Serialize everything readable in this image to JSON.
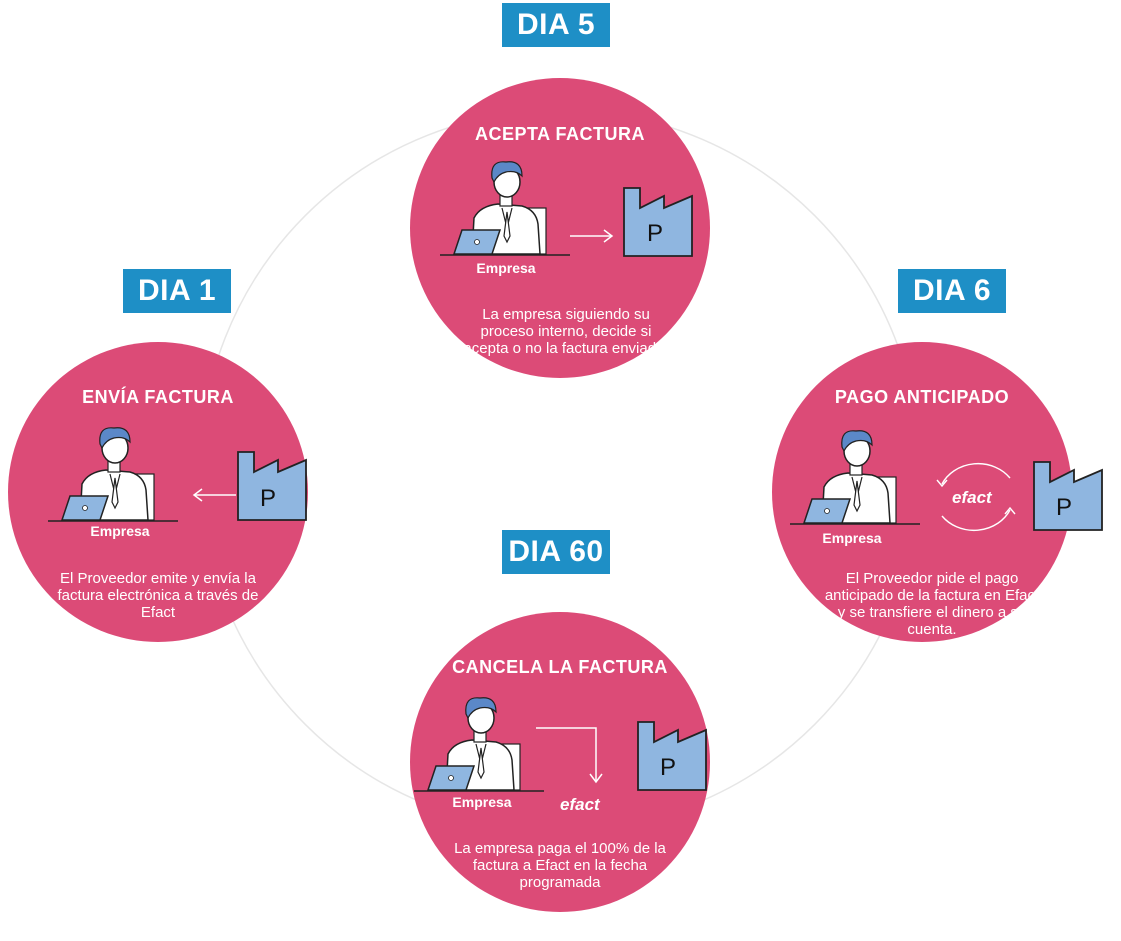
{
  "colors": {
    "circle": "#dc4b77",
    "day_label": "#1e8fc6",
    "factory": "#8fb6e0",
    "laptop": "#8fb6e0",
    "hair": "#5b88c8"
  },
  "steps": [
    {
      "day": "DIA 1",
      "title": "ENVÍA FACTURA",
      "actor": "Empresa",
      "factory_letter": "P",
      "description": "El Proveedor emite y envía la factura electrónica a través de Efact",
      "icons": [
        "person-at-laptop-icon",
        "arrow-left-icon",
        "factory-icon"
      ]
    },
    {
      "day": "DIA 5",
      "title": "ACEPTA FACTURA",
      "actor": "Empresa",
      "factory_letter": "P",
      "description": "La empresa siguiendo su proceso interno, decide si acepta o no la factura enviada.",
      "icons": [
        "person-at-laptop-icon",
        "arrow-right-icon",
        "factory-icon"
      ]
    },
    {
      "day": "DIA 6",
      "title": "PAGO ANTICIPADO",
      "actor": "Empresa",
      "factory_letter": "P",
      "brand": "efact",
      "description": "El Proveedor pide el pago anticipado de la factura en Efact y se transfiere el dinero a su cuenta.",
      "icons": [
        "person-at-laptop-icon",
        "cycle-arrows-icon",
        "efact-logo-icon",
        "factory-icon"
      ]
    },
    {
      "day": "DIA 60",
      "title": "CANCELA LA FACTURA",
      "actor": "Empresa",
      "factory_letter": "P",
      "brand": "efact",
      "description": "La empresa paga el 100% de la factura a Efact en la fecha programada",
      "icons": [
        "person-at-laptop-icon",
        "elbow-arrow-down-icon",
        "efact-logo-icon",
        "factory-icon"
      ]
    }
  ]
}
